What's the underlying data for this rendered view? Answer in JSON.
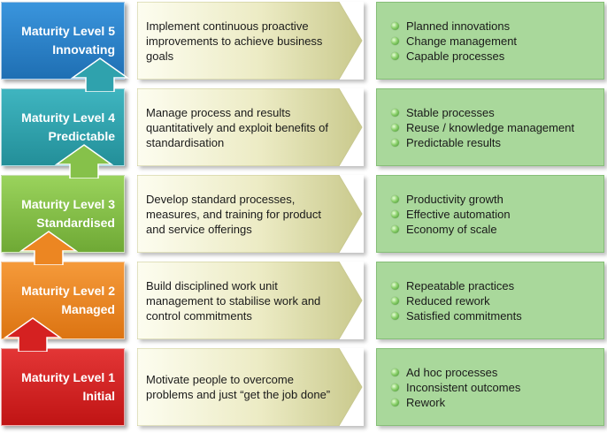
{
  "colors": {
    "level5": "#2a7cc4",
    "level4": "#2fa2ad",
    "level3": "#86c14a",
    "level2": "#ec8622",
    "level1": "#d52121",
    "desc_light": "#fbfbe8",
    "desc_dark": "#cfcf96",
    "result_fill": "#a9d89b"
  },
  "levels": [
    {
      "title": "Maturity Level 5",
      "name": "Innovating",
      "description": "Implement continuous proactive improvements to achieve business goals",
      "results": [
        "Planned innovations",
        "Change management",
        "Capable processes"
      ]
    },
    {
      "title": "Maturity Level 4",
      "name": "Predictable",
      "description": "Manage process and results quantitatively and exploit benefits of standardisation",
      "results": [
        "Stable processes",
        "Reuse / knowledge management",
        "Predictable results"
      ]
    },
    {
      "title": "Maturity Level 3",
      "name": "Standardised",
      "description": "Develop standard processes, measures, and training for product and service offerings",
      "results": [
        "Productivity growth",
        "Effective automation",
        "Economy of scale"
      ]
    },
    {
      "title": "Maturity Level 2",
      "name": "Managed",
      "description": "Build disciplined work unit management to stabilise work and control commitments",
      "results": [
        "Repeatable practices",
        "Reduced rework",
        "Satisfied commitments"
      ]
    },
    {
      "title": "Maturity Level 1",
      "name": "Initial",
      "description": "Motivate people to overcome problems and just “get the job done”",
      "results": [
        "Ad hoc processes",
        "Inconsistent outcomes",
        "Rework"
      ]
    }
  ]
}
